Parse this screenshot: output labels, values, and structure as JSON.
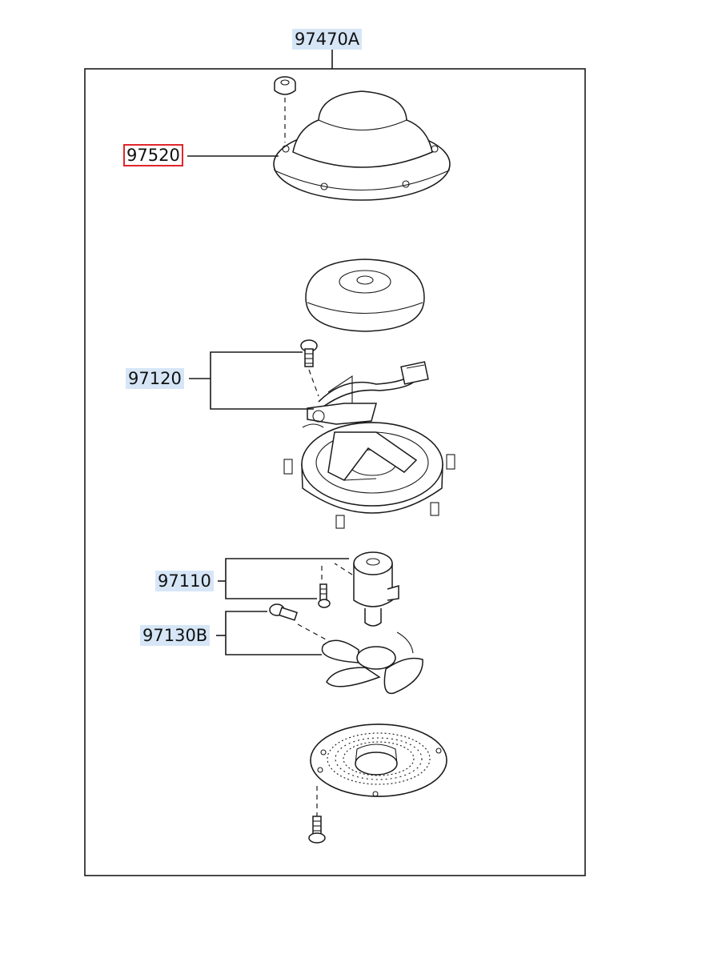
{
  "assembly": {
    "part_number": "97470A"
  },
  "callouts": [
    {
      "id": "97520",
      "label": "97520",
      "highlighted": true
    },
    {
      "id": "97120",
      "label": "97120",
      "highlighted": false
    },
    {
      "id": "97110",
      "label": "97110",
      "highlighted": false
    },
    {
      "id": "97130B",
      "label": "97130B",
      "highlighted": false
    }
  ],
  "colors": {
    "callout_background": "#d6e6f7",
    "highlight_border": "#e0262b",
    "line": "#1a1a1a"
  }
}
